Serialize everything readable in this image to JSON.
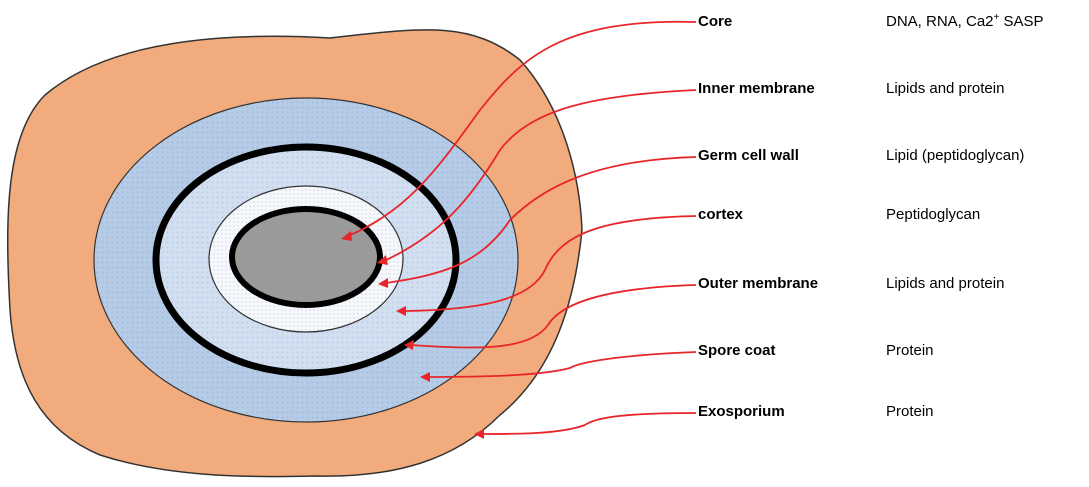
{
  "layers": [
    {
      "name": "Core",
      "composition": "DNA, RNA, Ca2",
      "composition_sup": "+",
      "composition_tail": " SASP"
    },
    {
      "name": "Inner membrane",
      "composition": "Lipids and protein"
    },
    {
      "name": "Germ cell wall",
      "composition": "Lipid (peptidoglycan)"
    },
    {
      "name": "cortex",
      "composition": "Peptidoglycan"
    },
    {
      "name": "Outer membrane",
      "composition": "Lipids and protein"
    },
    {
      "name": "Spore coat",
      "composition": "Protein"
    },
    {
      "name": "Exosporium",
      "composition": "Protein"
    }
  ],
  "colors": {
    "exosporium": "#f2ab7c",
    "spore_coat": "#b5cbe6",
    "outer_membrane": "#000000",
    "cortex": "#d2dff0",
    "germ_cell_wall": "#f4f6fa",
    "inner_membrane": "#000000",
    "core": "#9a9a9a",
    "arrow": "#e8262a"
  }
}
